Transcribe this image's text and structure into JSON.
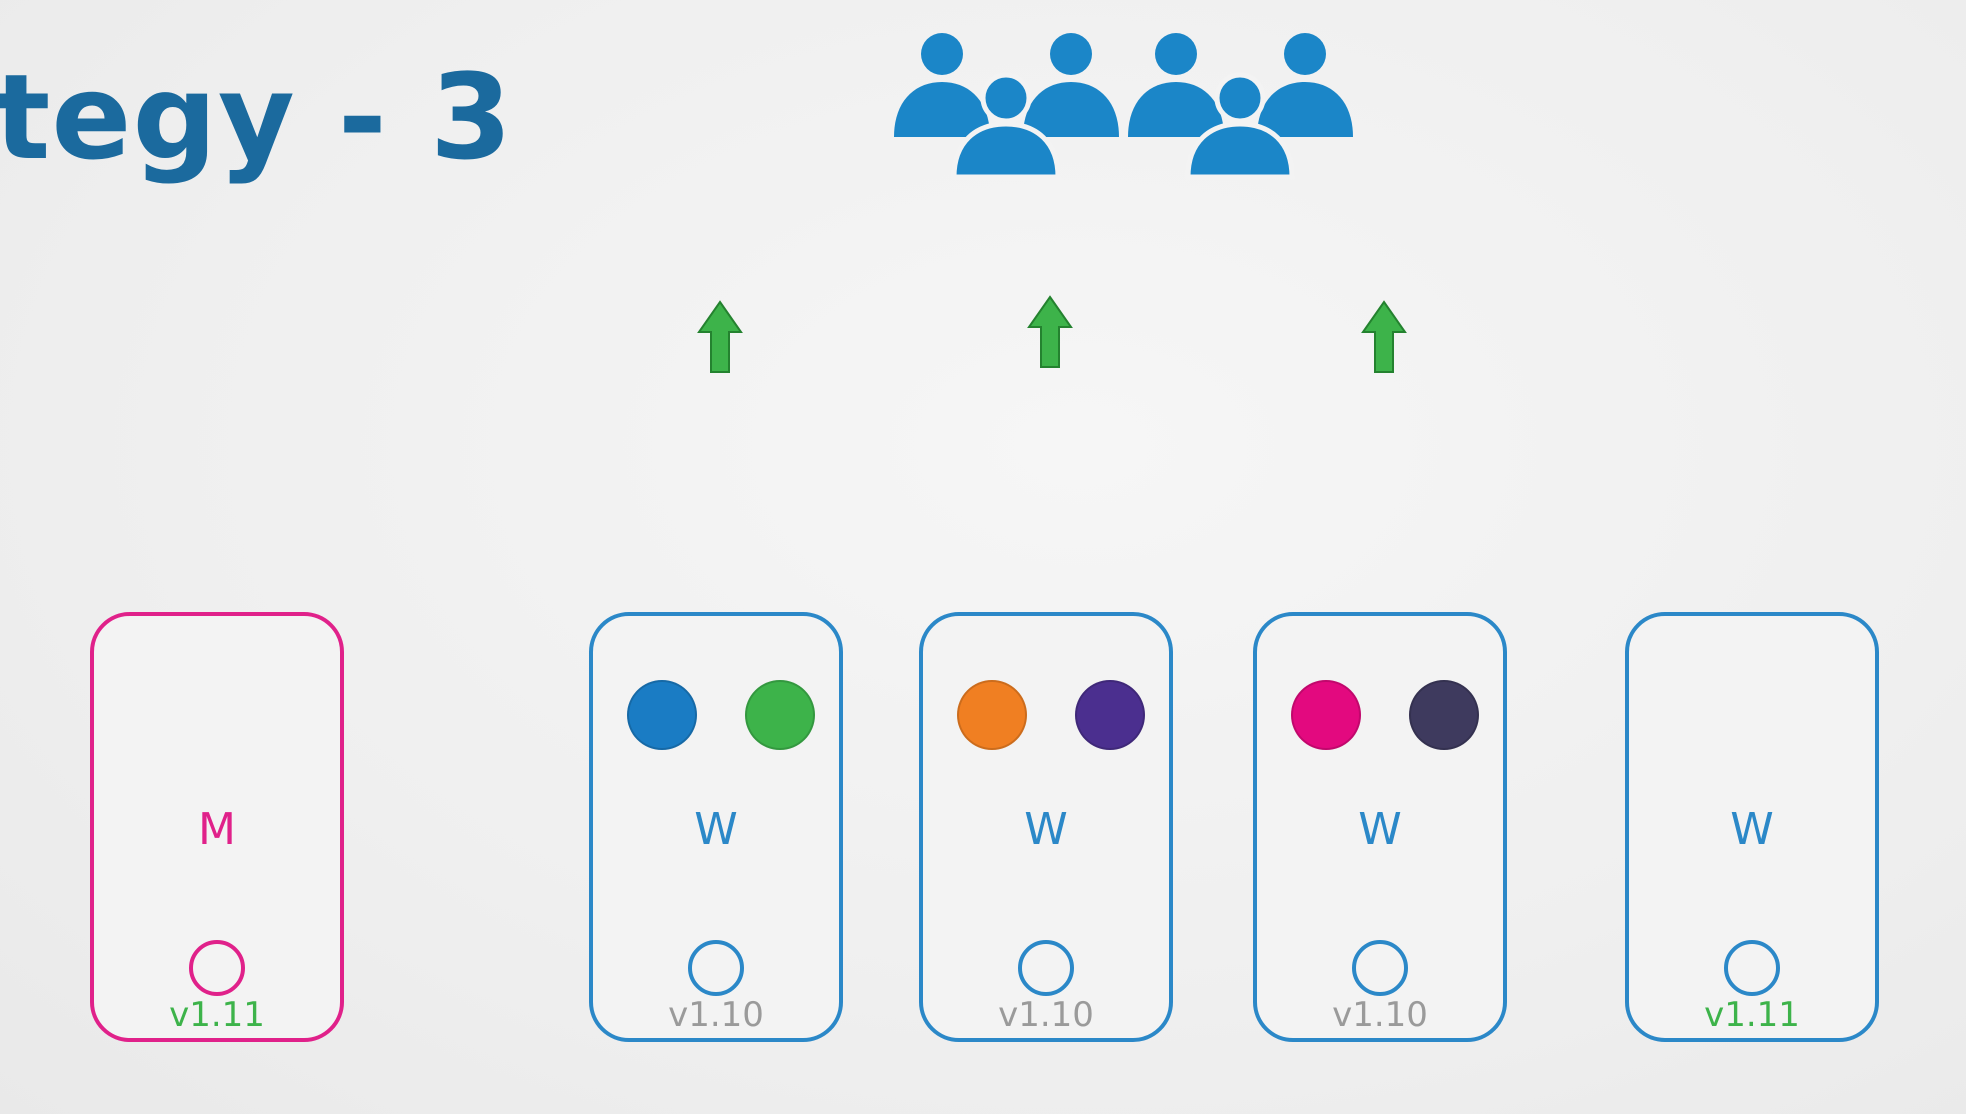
{
  "title": "tegy - 3",
  "colors": {
    "title": "#1b6a9e",
    "users_icon": "#1b86c8",
    "arrow": "#3db34a",
    "node_border": "#2b88c8",
    "master_border": "#e0218a",
    "version_old": "#9a9a9a",
    "version_new": "#3db34a"
  },
  "users_icon": "users-group-icon",
  "arrows": [
    "up-arrow-icon",
    "up-arrow-icon",
    "up-arrow-icon"
  ],
  "nodes": [
    {
      "label": "M",
      "role": "master",
      "version": "v1.11",
      "version_state": "new",
      "pods": []
    },
    {
      "label": "W",
      "role": "worker",
      "version": "v1.10",
      "version_state": "old",
      "pods": [
        "#1a7cc4",
        "#3db34a"
      ]
    },
    {
      "label": "W",
      "role": "worker",
      "version": "v1.10",
      "version_state": "old",
      "pods": [
        "#f07f22",
        "#4b2f8f"
      ]
    },
    {
      "label": "W",
      "role": "worker",
      "version": "v1.10",
      "version_state": "old",
      "pods": [
        "#e3097f",
        "#3e3a5e"
      ]
    },
    {
      "label": "W",
      "role": "worker",
      "version": "v1.11",
      "version_state": "new",
      "pods": []
    }
  ]
}
